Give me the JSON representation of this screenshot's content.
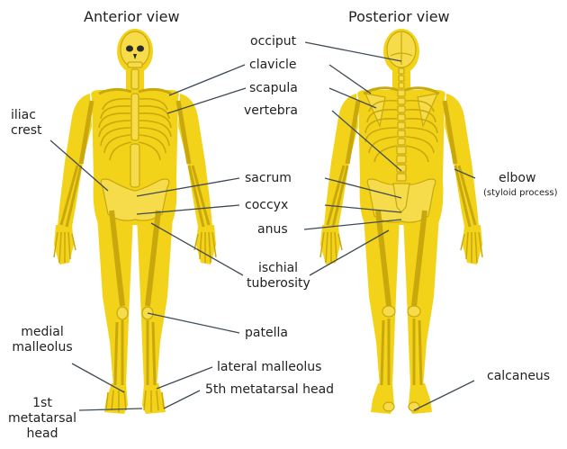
{
  "titles": {
    "anterior": "Anterior view",
    "posterior": "Posterior view"
  },
  "labels": {
    "iliac_crest": [
      "iliac",
      "crest"
    ],
    "occiput": "occiput",
    "clavicle": "clavicle",
    "scapula": "scapula",
    "vertebra": "vertebra",
    "sacrum": "sacrum",
    "coccyx": "coccyx",
    "anus": "anus",
    "ischial_tuberosity": [
      "ischial",
      "tuberosity"
    ],
    "elbow": "elbow",
    "elbow_note": "(styloid process)",
    "patella": "patella",
    "medial_malleolus": [
      "medial",
      "malleolus"
    ],
    "lateral_malleolus": "lateral malleolus",
    "fifth_metatarsal_head": "5th metatarsal head",
    "first_metatarsal_head": [
      "1st",
      "metatarsal",
      "head"
    ],
    "calcaneus": "calcaneus"
  },
  "colors": {
    "body": "#f3d21a",
    "bone_fill": "#f6dc4a",
    "bone_stroke": "#c9a80e",
    "leader": "#3f4a55",
    "text": "#222222"
  }
}
